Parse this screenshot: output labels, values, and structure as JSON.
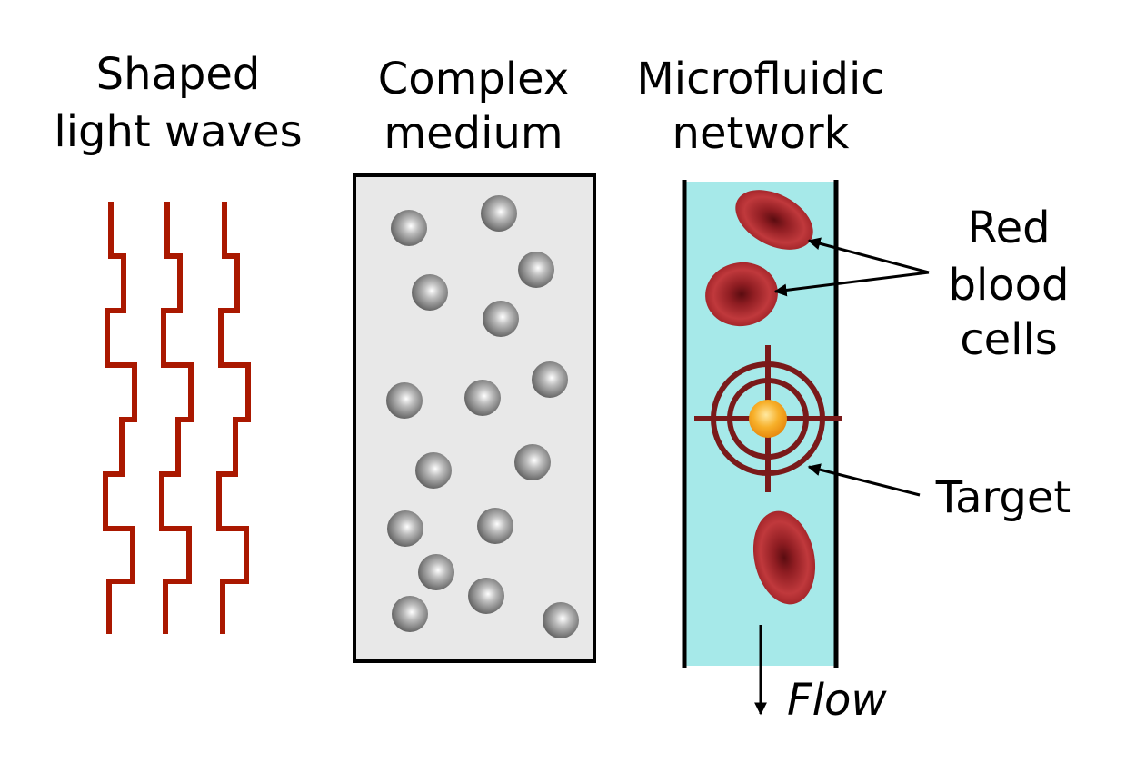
{
  "titles": {
    "waves": [
      "Shaped",
      "light waves"
    ],
    "medium": [
      "Complex",
      "medium"
    ],
    "network": [
      "Microfluidic",
      "network"
    ]
  },
  "labels": {
    "rbc": [
      "Red",
      "blood",
      "cells"
    ],
    "target": "Target",
    "flow": "Flow"
  },
  "colors": {
    "wave": "#aa1800",
    "medium_fill": "#e8e8e8",
    "channel_fill": "#a6e9e9",
    "rbc": "#b52a2a",
    "crosshair": "#7a1a1a",
    "target_dot": "#f5a623",
    "scatterer": "#8a8a8a"
  },
  "icons": {
    "target": "crosshair-icon",
    "flow": "arrow-down-icon"
  }
}
